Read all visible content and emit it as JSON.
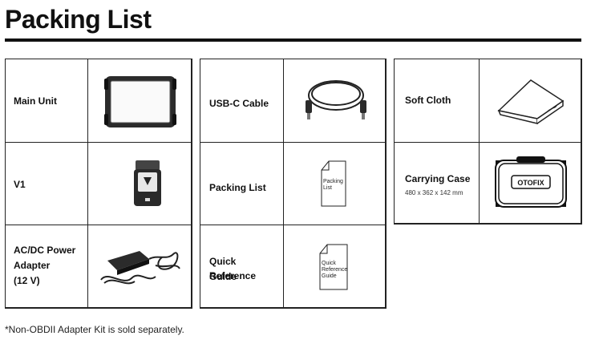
{
  "page": {
    "title": "Packing List"
  },
  "items": {
    "main_unit": {
      "name": "Main Unit"
    },
    "v1": {
      "name": "V1"
    },
    "adapter": {
      "name_line1": "AC/DC Power",
      "name_line2": "Adapter",
      "name_line3": "(12 V)"
    },
    "usb_cable": {
      "name": "USB-C Cable"
    },
    "packing_list": {
      "name": "Packing List",
      "doc_line1": "Packing",
      "doc_line2": "List"
    },
    "quick_guide": {
      "name_line1": "Quick Reference",
      "name_line2": "Guide",
      "doc_line1": "Quick",
      "doc_line2": "Reference",
      "doc_line3": "Guide"
    },
    "soft_cloth": {
      "name": "Soft Cloth"
    },
    "carrying_case": {
      "name": "Carrying Case",
      "dimensions": "480 x 362 x 142 mm",
      "brand": "OTOFIX"
    }
  },
  "footnote": "*Non-OBDII Adapter Kit is sold separately."
}
